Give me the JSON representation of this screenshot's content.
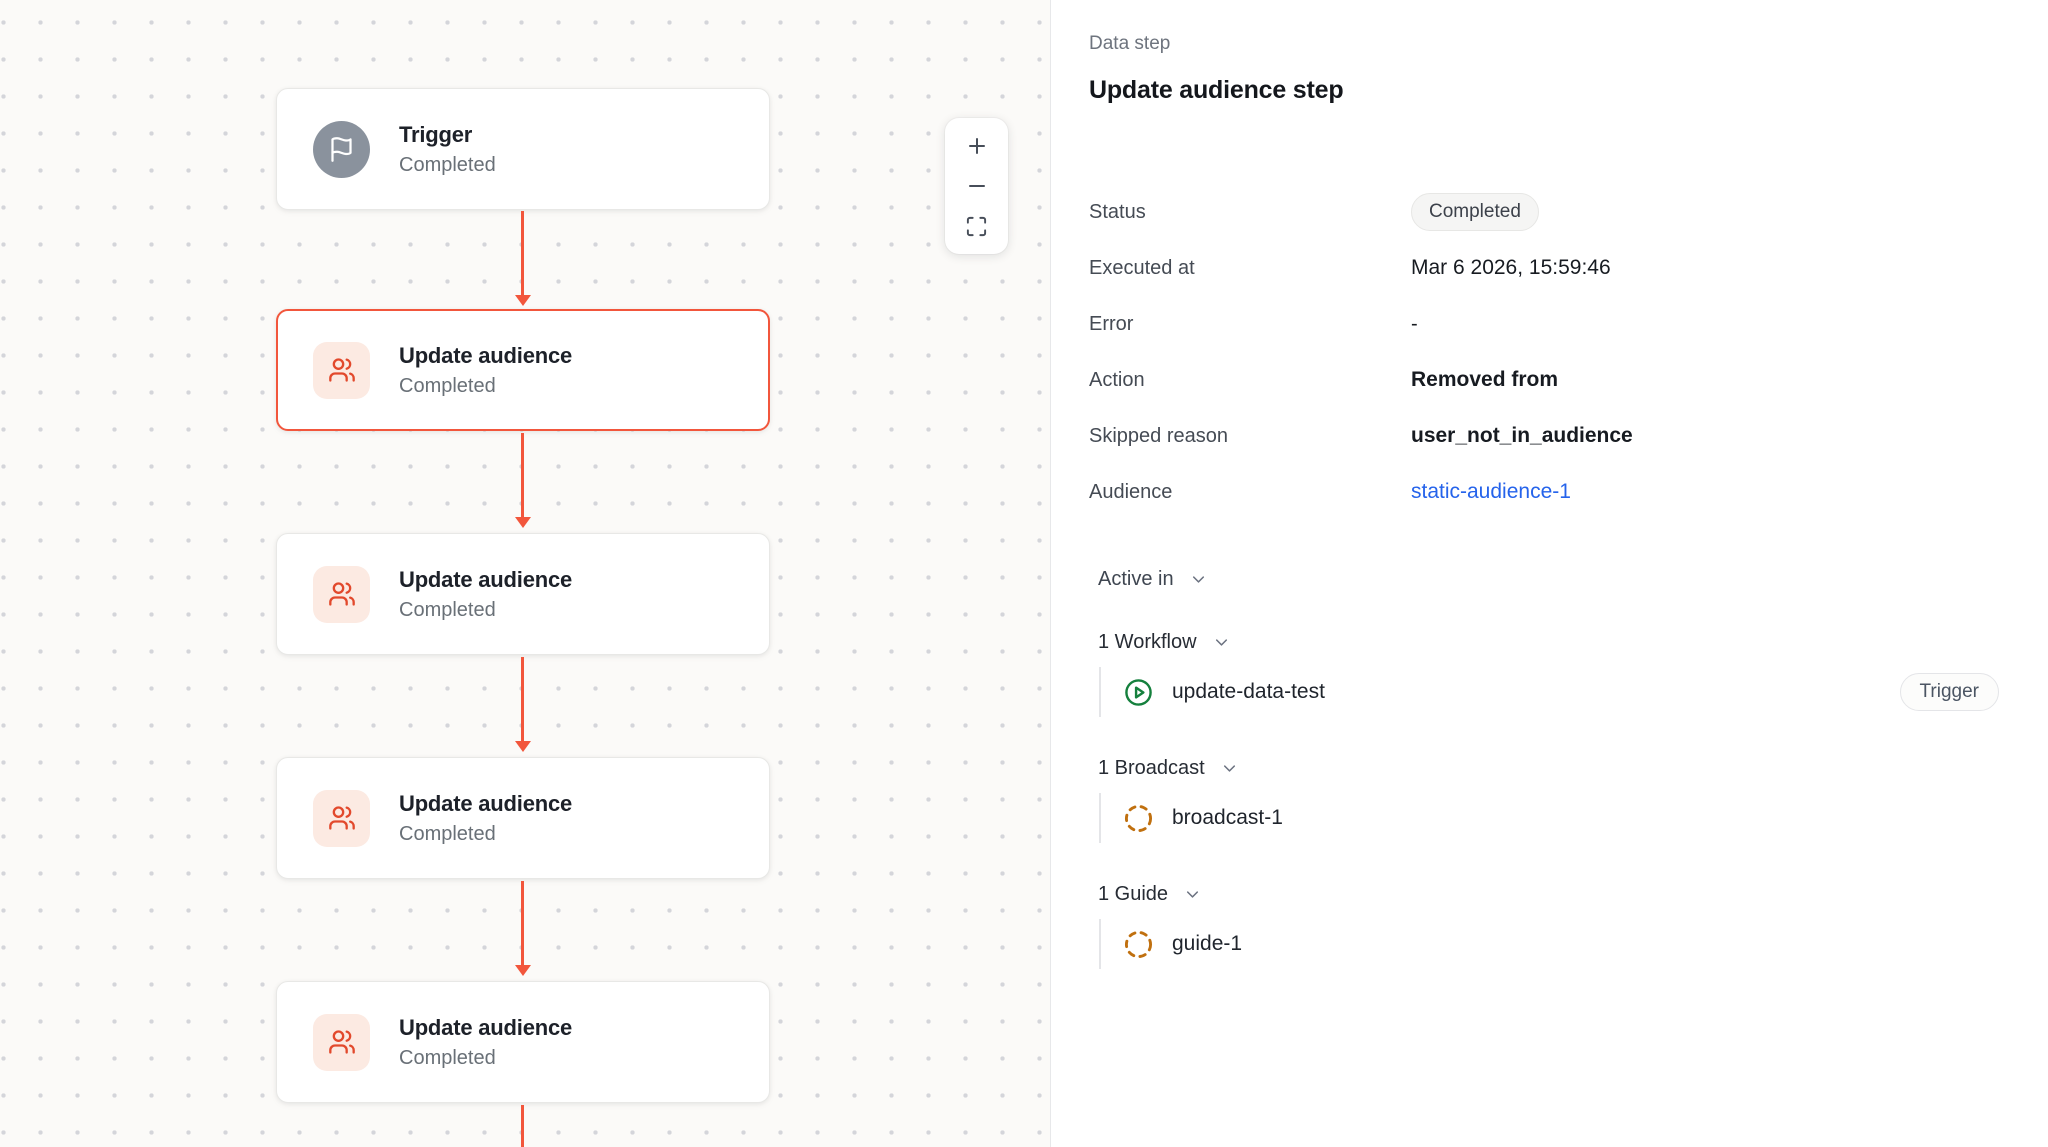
{
  "canvas": {
    "nodes": [
      {
        "title": "Trigger",
        "subtitle": "Completed",
        "type": "trigger",
        "selected": false
      },
      {
        "title": "Update audience",
        "subtitle": "Completed",
        "type": "audience",
        "selected": true
      },
      {
        "title": "Update audience",
        "subtitle": "Completed",
        "type": "audience",
        "selected": false
      },
      {
        "title": "Update audience",
        "subtitle": "Completed",
        "type": "audience",
        "selected": false
      },
      {
        "title": "Update audience",
        "subtitle": "Completed",
        "type": "audience",
        "selected": false
      }
    ],
    "zoom_controls": {
      "zoom_in": "plus-icon",
      "zoom_out": "minus-icon",
      "fit": "fit-view-icon"
    }
  },
  "panel": {
    "eyebrow": "Data step",
    "title": "Update audience step",
    "fields": [
      {
        "label": "Status",
        "value": "Completed",
        "kind": "badge"
      },
      {
        "label": "Executed at",
        "value": "Mar 6 2026, 15:59:46",
        "kind": "text"
      },
      {
        "label": "Error",
        "value": "-",
        "kind": "plain"
      },
      {
        "label": "Action",
        "value": "Removed from",
        "kind": "strong"
      },
      {
        "label": "Skipped reason",
        "value": "user_not_in_audience",
        "kind": "strong"
      },
      {
        "label": "Audience",
        "value": "static-audience-1",
        "kind": "link"
      }
    ],
    "active_in": {
      "label": "Active in",
      "groups": [
        {
          "label": "1 Workflow",
          "items": [
            {
              "name": "update-data-test",
              "icon": "play-circle-icon",
              "badge": "Trigger"
            }
          ]
        },
        {
          "label": "1 Broadcast",
          "items": [
            {
              "name": "broadcast-1",
              "icon": "dashed-circle-icon"
            }
          ]
        },
        {
          "label": "1 Guide",
          "items": [
            {
              "name": "guide-1",
              "icon": "dashed-circle-icon"
            }
          ]
        }
      ]
    }
  },
  "colors": {
    "accent_red": "#f2563c",
    "icon_peach_bg": "#fceae2",
    "trigger_gray": "#8a929d",
    "link_blue": "#2563eb",
    "workflow_green": "#15803d",
    "dashed_amber": "#c0700f",
    "canvas_bg": "#fbfaf8"
  }
}
